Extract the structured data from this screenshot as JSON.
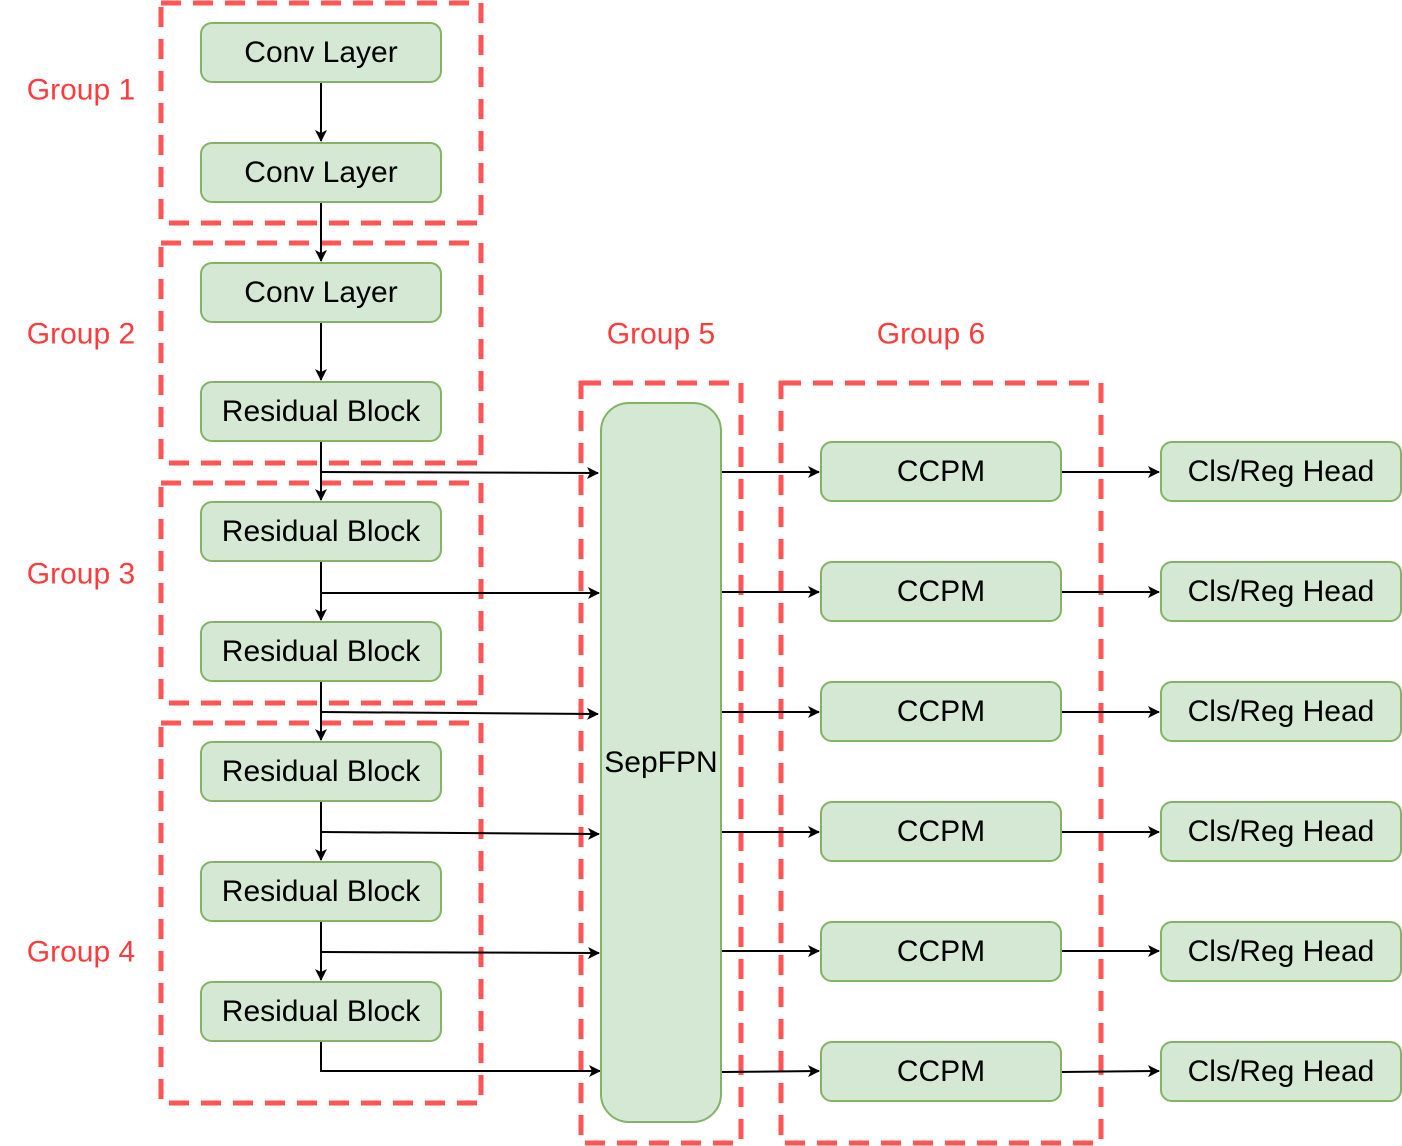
{
  "colors": {
    "node_fill": "#d5e8d4",
    "node_stroke": "#82b366",
    "group_stroke": "#ff5555",
    "group_label": "#ff3b3b",
    "edge": "#000000"
  },
  "groups": [
    {
      "id": "group1",
      "label": "Group 1"
    },
    {
      "id": "group2",
      "label": "Group 2"
    },
    {
      "id": "group3",
      "label": "Group 3"
    },
    {
      "id": "group4",
      "label": "Group 4"
    },
    {
      "id": "group5",
      "label": "Group 5"
    },
    {
      "id": "group6",
      "label": "Group 6"
    }
  ],
  "nodes": [
    {
      "id": "conv1",
      "label": "Conv Layer",
      "group": "group1"
    },
    {
      "id": "conv2",
      "label": "Conv Layer",
      "group": "group1"
    },
    {
      "id": "conv3",
      "label": "Conv Layer",
      "group": "group2"
    },
    {
      "id": "res1",
      "label": "Residual Block",
      "group": "group2"
    },
    {
      "id": "res2",
      "label": "Residual Block",
      "group": "group3"
    },
    {
      "id": "res3",
      "label": "Residual Block",
      "group": "group3"
    },
    {
      "id": "res4",
      "label": "Residual Block",
      "group": "group4"
    },
    {
      "id": "res5",
      "label": "Residual Block",
      "group": "group4"
    },
    {
      "id": "res6",
      "label": "Residual Block",
      "group": "group4"
    },
    {
      "id": "sepfpn",
      "label": "SepFPN",
      "group": "group5"
    },
    {
      "id": "ccpm1",
      "label": "CCPM",
      "group": "group6"
    },
    {
      "id": "ccpm2",
      "label": "CCPM",
      "group": "group6"
    },
    {
      "id": "ccpm3",
      "label": "CCPM",
      "group": "group6"
    },
    {
      "id": "ccpm4",
      "label": "CCPM",
      "group": "group6"
    },
    {
      "id": "ccpm5",
      "label": "CCPM",
      "group": "group6"
    },
    {
      "id": "ccpm6",
      "label": "CCPM",
      "group": "group6"
    },
    {
      "id": "head1",
      "label": "Cls/Reg Head"
    },
    {
      "id": "head2",
      "label": "Cls/Reg Head"
    },
    {
      "id": "head3",
      "label": "Cls/Reg Head"
    },
    {
      "id": "head4",
      "label": "Cls/Reg Head"
    },
    {
      "id": "head5",
      "label": "Cls/Reg Head"
    },
    {
      "id": "head6",
      "label": "Cls/Reg Head"
    }
  ],
  "edges": [
    {
      "from": "conv1",
      "to": "conv2"
    },
    {
      "from": "conv2",
      "to": "conv3"
    },
    {
      "from": "conv3",
      "to": "res1"
    },
    {
      "from": "res1",
      "to": "res2"
    },
    {
      "from": "res2",
      "to": "res3"
    },
    {
      "from": "res3",
      "to": "res4"
    },
    {
      "from": "res4",
      "to": "res5"
    },
    {
      "from": "res5",
      "to": "res6"
    },
    {
      "from": "res1",
      "to": "sepfpn"
    },
    {
      "from": "res2",
      "to": "sepfpn"
    },
    {
      "from": "res3",
      "to": "sepfpn"
    },
    {
      "from": "res4",
      "to": "sepfpn"
    },
    {
      "from": "res5",
      "to": "sepfpn"
    },
    {
      "from": "res6",
      "to": "sepfpn"
    },
    {
      "from": "sepfpn",
      "to": "ccpm1"
    },
    {
      "from": "sepfpn",
      "to": "ccpm2"
    },
    {
      "from": "sepfpn",
      "to": "ccpm3"
    },
    {
      "from": "sepfpn",
      "to": "ccpm4"
    },
    {
      "from": "sepfpn",
      "to": "ccpm5"
    },
    {
      "from": "sepfpn",
      "to": "ccpm6"
    },
    {
      "from": "ccpm1",
      "to": "head1"
    },
    {
      "from": "ccpm2",
      "to": "head2"
    },
    {
      "from": "ccpm3",
      "to": "head3"
    },
    {
      "from": "ccpm4",
      "to": "head4"
    },
    {
      "from": "ccpm5",
      "to": "head5"
    },
    {
      "from": "ccpm6",
      "to": "head6"
    }
  ]
}
